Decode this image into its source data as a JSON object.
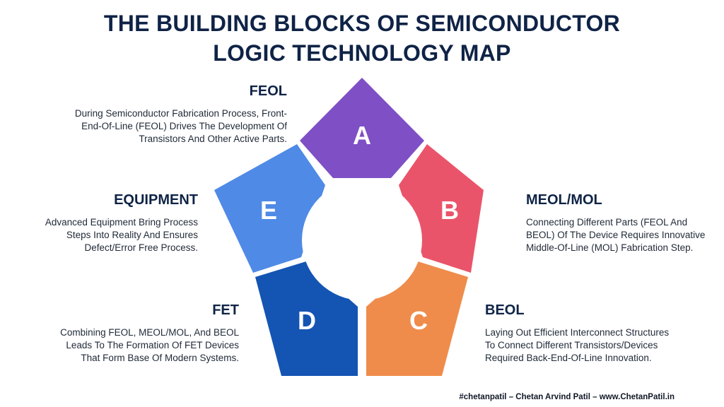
{
  "title": {
    "line1": "THE BUILDING BLOCKS OF SEMICONDUCTOR",
    "line2": "LOGIC TECHNOLOGY MAP"
  },
  "segments": {
    "a": {
      "letter": "A",
      "color": "#7f4fc5"
    },
    "b": {
      "letter": "B",
      "color": "#ea546a"
    },
    "c": {
      "letter": "C",
      "color": "#ef8c4b"
    },
    "d": {
      "letter": "D",
      "color": "#1455b3"
    },
    "e": {
      "letter": "E",
      "color": "#4f8ae6"
    }
  },
  "blocks": {
    "feol": {
      "heading": "FEOL",
      "lines": [
        "During Semiconductor Fabrication Process, Front-",
        "End-Of-Line (FEOL) Drives The Development Of",
        "Transistors And Other Active Parts."
      ]
    },
    "equipment": {
      "heading": "EQUIPMENT",
      "lines": [
        "Advanced Equipment Bring Process",
        "Steps Into Reality And Ensures",
        "Defect/Error Free Process."
      ]
    },
    "fet": {
      "heading": "FET",
      "lines": [
        "Combining FEOL, MEOL/MOL, And BEOL",
        "Leads To The Formation Of FET Devices",
        "That Form Base Of Modern Systems."
      ]
    },
    "meol": {
      "heading": "MEOL/MOL",
      "lines": [
        "Connecting Different Parts (FEOL And",
        "BEOL) Of The Device Requires Innovative",
        "Middle-Of-Line (MOL) Fabrication Step."
      ]
    },
    "beol": {
      "heading": "BEOL",
      "lines": [
        "Laying Out Efficient Interconnect Structures",
        "To Connect Different Transistors/Devices",
        "Required Back-End-Of-Line Innovation."
      ]
    }
  },
  "footer": "#chetanpatil – Chetan Arvind Patil – www.ChetanPatil.in"
}
